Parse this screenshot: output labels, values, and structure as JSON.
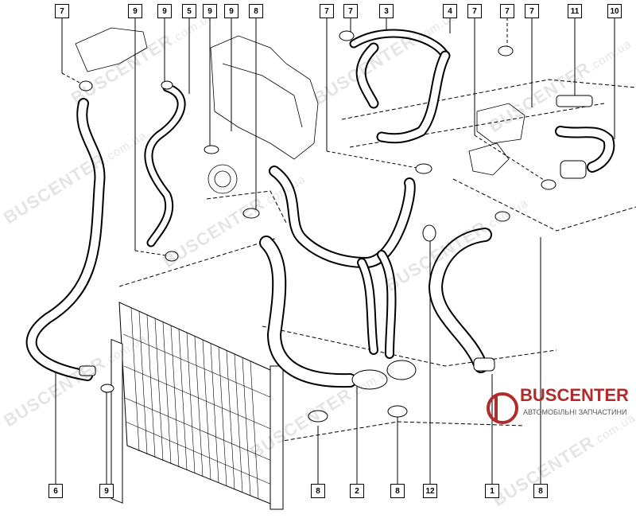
{
  "callouts_top": [
    "7",
    "9",
    "9",
    "5",
    "9",
    "9",
    "8",
    "7",
    "7",
    "3",
    "4",
    "7",
    "7",
    "7",
    "11",
    "10"
  ],
  "callouts_bottom": [
    "6",
    "9",
    "8",
    "2",
    "8",
    "12",
    "1",
    "8"
  ],
  "watermark": {
    "brand": "BUSCENTER",
    "domain": ".com.ua"
  },
  "logo": {
    "name": "BUSCENTER",
    "tagline": "АВТОМОБІЛЬНІ ЗАПЧАСТИНИ"
  },
  "colors": {
    "line": "#000000",
    "logo_red": "#b12b2b",
    "watermark": "#000000"
  }
}
